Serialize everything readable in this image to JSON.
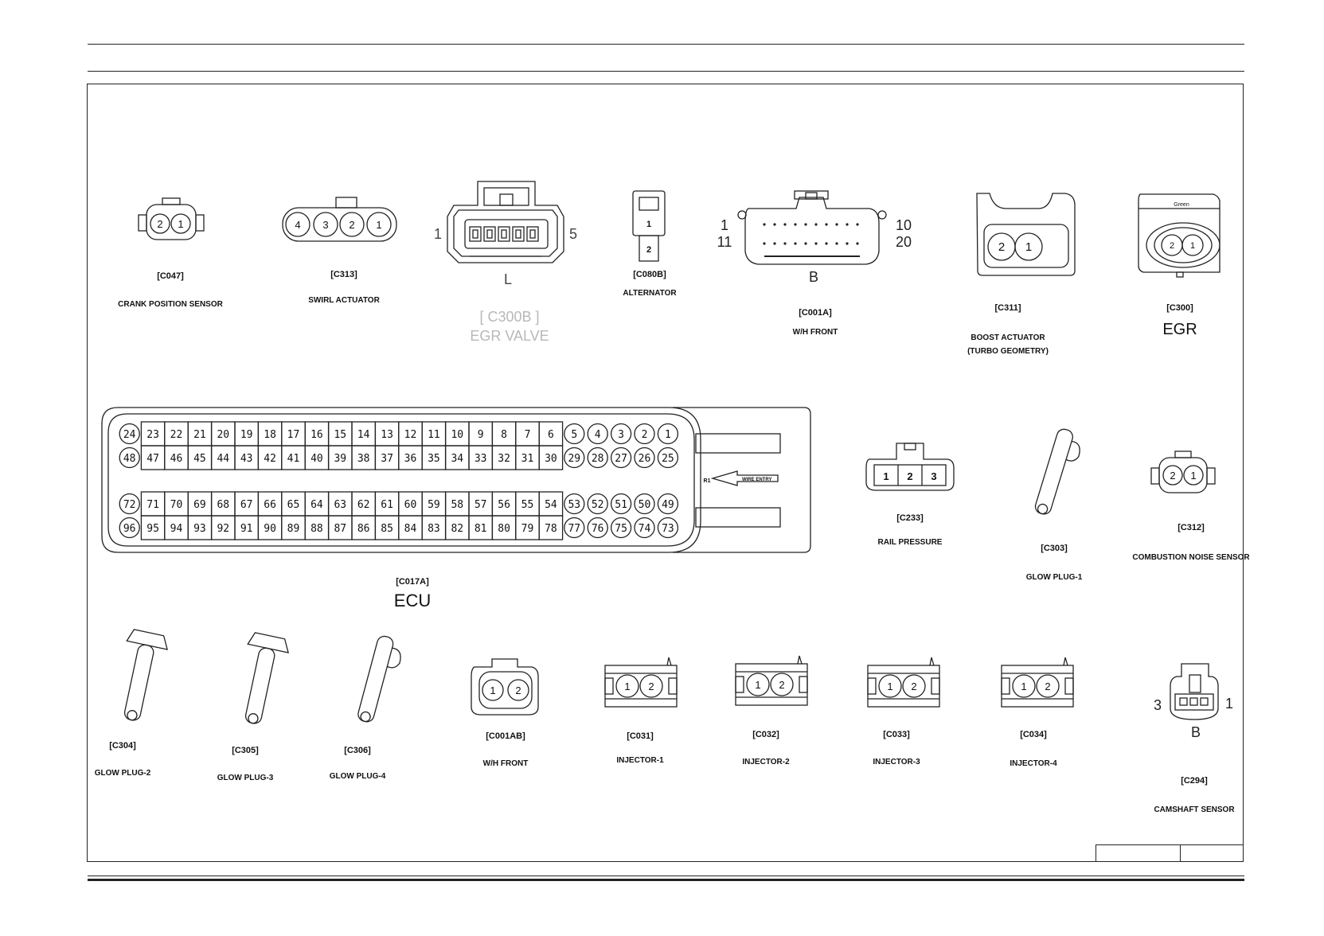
{
  "connectors": {
    "c047": {
      "code": "[C047]",
      "name": "CRANK POSITION SENSOR",
      "pins": [
        "2",
        "1"
      ]
    },
    "c313": {
      "code": "[C313]",
      "name": "SWIRL ACTUATOR",
      "pins": [
        "4",
        "3",
        "2",
        "1"
      ]
    },
    "c300b": {
      "code": "[ C300B ]",
      "name": "EGR VALVE",
      "pin_left": "1",
      "pin_right": "5",
      "side": "L"
    },
    "c080b": {
      "code": "[C080B]",
      "name": "ALTERNATOR",
      "pins": [
        "1",
        "2"
      ]
    },
    "c001a": {
      "code": "[C001A]",
      "name": "W/H FRONT",
      "pin_tl": "1",
      "pin_bl": "11",
      "pin_tr": "10",
      "pin_br": "20",
      "side": "B"
    },
    "c311": {
      "code": "[C311]",
      "name": "BOOST ACTUATOR",
      "name2": "(TURBO GEOMETRY)",
      "pins": [
        "2",
        "1"
      ]
    },
    "c300": {
      "code": "[C300]",
      "name": "EGR",
      "color_label": "Green",
      "pins": [
        "2",
        "1"
      ]
    },
    "c017a": {
      "code": "[C017A]",
      "name": "ECU",
      "r1": "R1",
      "entry": "WIRE ENTRY"
    },
    "c233": {
      "code": "[C233]",
      "name": "RAIL PRESSURE",
      "pins": [
        "1",
        "2",
        "3"
      ]
    },
    "c303": {
      "code": "[C303]",
      "name": "GLOW PLUG-1"
    },
    "c312": {
      "code": "[C312]",
      "name": "COMBUSTION NOISE SENSOR",
      "pins": [
        "2",
        "1"
      ]
    },
    "c304": {
      "code": "[C304]",
      "name": "GLOW PLUG-2"
    },
    "c305": {
      "code": "[C305]",
      "name": "GLOW PLUG-3"
    },
    "c306": {
      "code": "[C306]",
      "name": "GLOW PLUG-4"
    },
    "c001ab": {
      "code": "[C001AB]",
      "name": "W/H FRONT",
      "pins": [
        "1",
        "2"
      ]
    },
    "c031": {
      "code": "[C031]",
      "name": "INJECTOR-1",
      "pins": [
        "1",
        "2"
      ]
    },
    "c032": {
      "code": "[C032]",
      "name": "INJECTOR-2",
      "pins": [
        "1",
        "2"
      ]
    },
    "c033": {
      "code": "[C033]",
      "name": "INJECTOR-3",
      "pins": [
        "1",
        "2"
      ]
    },
    "c034": {
      "code": "[C034]",
      "name": "INJECTOR-4",
      "pins": [
        "1",
        "2"
      ]
    },
    "c294": {
      "code": "[C294]",
      "name": "CAMSHAFT SENSOR",
      "pin_left": "3",
      "pin_right": "1",
      "side": "B"
    }
  },
  "ecu_rows": [
    [
      "24",
      "23",
      "22",
      "21",
      "20",
      "19",
      "18",
      "17",
      "16",
      "15",
      "14",
      "13",
      "12",
      "11",
      "10",
      "9",
      "8",
      "7",
      "6",
      "5",
      "4",
      "3",
      "2",
      "1"
    ],
    [
      "48",
      "47",
      "46",
      "45",
      "44",
      "43",
      "42",
      "41",
      "40",
      "39",
      "38",
      "37",
      "36",
      "35",
      "34",
      "33",
      "32",
      "31",
      "30",
      "29",
      "28",
      "27",
      "26",
      "25"
    ],
    [
      "72",
      "71",
      "70",
      "69",
      "68",
      "67",
      "66",
      "65",
      "64",
      "63",
      "62",
      "61",
      "60",
      "59",
      "58",
      "57",
      "56",
      "55",
      "54",
      "53",
      "52",
      "51",
      "50",
      "49"
    ],
    [
      "96",
      "95",
      "94",
      "93",
      "92",
      "91",
      "90",
      "89",
      "88",
      "87",
      "86",
      "85",
      "84",
      "83",
      "82",
      "81",
      "80",
      "79",
      "78",
      "77",
      "76",
      "75",
      "74",
      "73"
    ]
  ]
}
